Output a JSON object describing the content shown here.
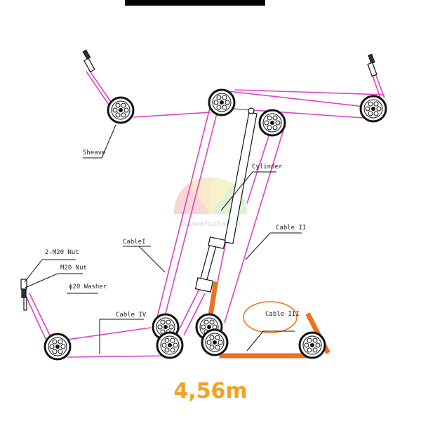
{
  "labels": {
    "sheave": "Sheave",
    "cylinder": "Cylinder",
    "cable_i": "CableI",
    "cable_ii": "Cable II",
    "cable_iii": "Cable III",
    "cable_iv": "Cable IV",
    "nut_2m20": "2-M20 Nut",
    "nut_m20": "M20 Nut",
    "washer": "ϕ20 Washer"
  },
  "watermark": "AZwarsztat.pl",
  "measurement": "4,56m",
  "colors": {
    "cable": "#e040c8",
    "highlight": "#f07020",
    "measurement": "#f5a020",
    "line": "#111111",
    "topbar": "#000000"
  }
}
